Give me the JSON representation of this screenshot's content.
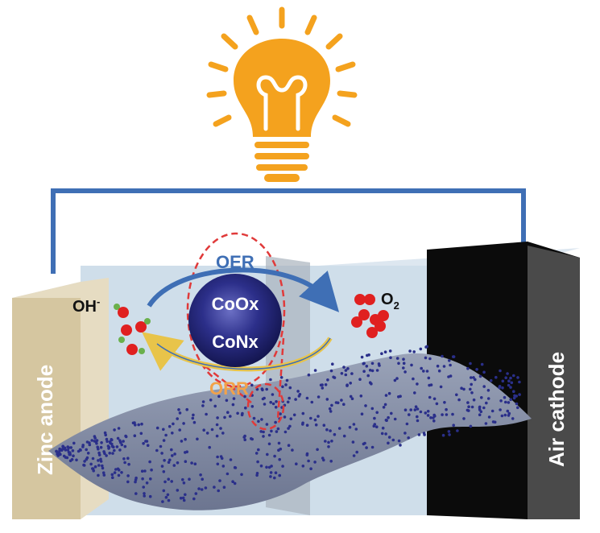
{
  "labels": {
    "anode": "Zinc anode",
    "cathode": "Air cathode",
    "oer": "OER",
    "orr": "ORR",
    "hydroxide": "OH",
    "hydroxide_charge": "-",
    "oxygen": "O",
    "oxygen_subscript": "2",
    "catalyst_top": "CoOx",
    "catalyst_bottom": "CoNx"
  },
  "colors": {
    "bulb": "#f4a21e",
    "wire": "#3f6fb5",
    "oer_arrow": "#3f6fb5",
    "orr_arrow": "#e8c44a",
    "orr_text": "#f2a24a",
    "catalyst_sphere": "#26297a",
    "anode": "#d9cba8",
    "cathode": "#111111",
    "highlight_dash": "#e03a3a",
    "oxygen_atom": "#e02020",
    "hydrogen_atom": "#6ab04c"
  },
  "icons": [
    "light-bulb-icon"
  ]
}
